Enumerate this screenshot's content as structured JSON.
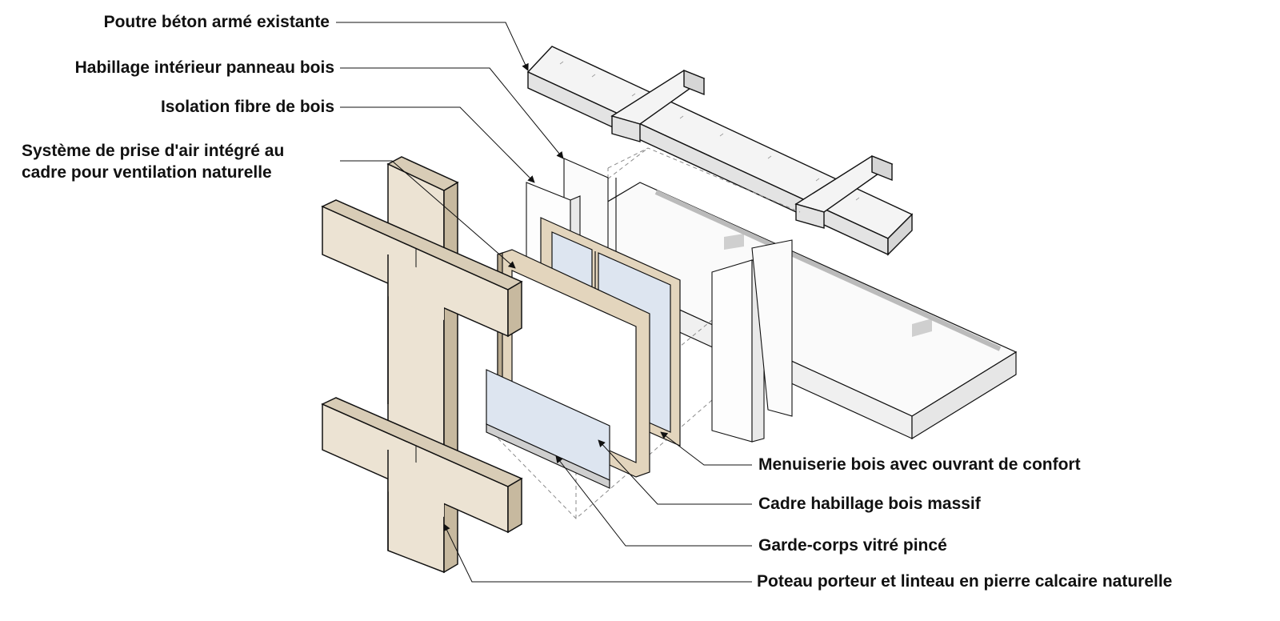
{
  "colors": {
    "stone": "#ece3d3",
    "stone_side": "#d8ccb6",
    "stone_dark": "#c7b99f",
    "concrete": "#f4f4f4",
    "concrete_side": "#e3e3e3",
    "wood": "#e3d5bd",
    "glass": "#dde5f0",
    "insulation": "#e9e9e9",
    "line": "#111111",
    "dash": "#8a8a8a"
  },
  "labels": {
    "poutre": "Poutre béton armé existante",
    "habillage": "Habillage intérieur panneau bois",
    "isolation": "Isolation fibre de bois",
    "ventilation_line1": "Système de prise d'air intégré au",
    "ventilation_line2": "cadre pour ventilation naturelle",
    "menuiserie": "Menuiserie bois avec ouvrant de confort",
    "cadre": "Cadre habillage bois massif",
    "gardecorps": "Garde-corps vitré pincé",
    "poteau": "Poteau porteur et linteau en pierre calcaire naturelle"
  },
  "icons": [
    "arrowhead-icon"
  ]
}
